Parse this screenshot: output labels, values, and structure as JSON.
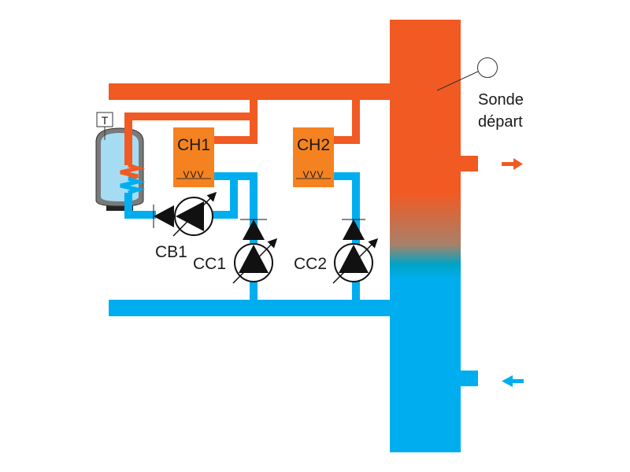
{
  "colors": {
    "hot": "#f15a22",
    "cold": "#00aeef",
    "boiler": "#f58220",
    "tank_fill": "#a6dcf3",
    "tank_shell": "#7a7a7a"
  },
  "tank": {
    "sensor_label": "T"
  },
  "circuits": [
    {
      "id": "CH1",
      "label": "CH1",
      "emitter_label": "VVV",
      "pump_label": "CC1"
    },
    {
      "id": "CH2",
      "label": "CH2",
      "emitter_label": "VVV",
      "pump_label": "CC2"
    }
  ],
  "dhw_pump": {
    "label": "CB1"
  },
  "sensor": {
    "line1": "Sonde",
    "line2": "départ"
  },
  "flow_arrows": {
    "out": "arrow-right-icon",
    "in": "arrow-left-icon"
  }
}
